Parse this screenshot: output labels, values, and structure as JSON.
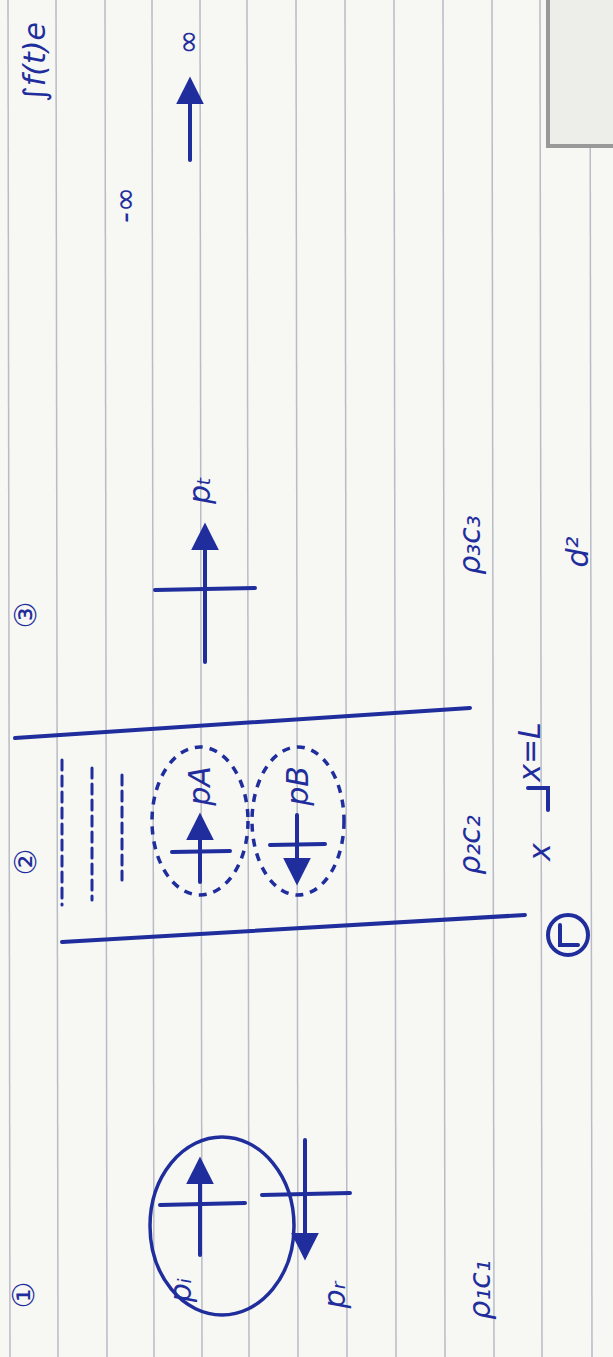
{
  "diagram": {
    "nodes": [
      {
        "text": [
          "pᵢ"
        ]
      },
      {
        "text": [
          "pA"
        ]
      },
      {
        "text": [
          "pB"
        ]
      }
    ],
    "labels": [
      "①",
      "ρ₁c₁",
      "pᵣ",
      "②",
      "ρ₂c₂",
      "x",
      "x=L",
      "③",
      "pₜ",
      "ρ₃c₃",
      "-∞",
      "∞",
      "∫f(t)e",
      "d²"
    ]
  }
}
